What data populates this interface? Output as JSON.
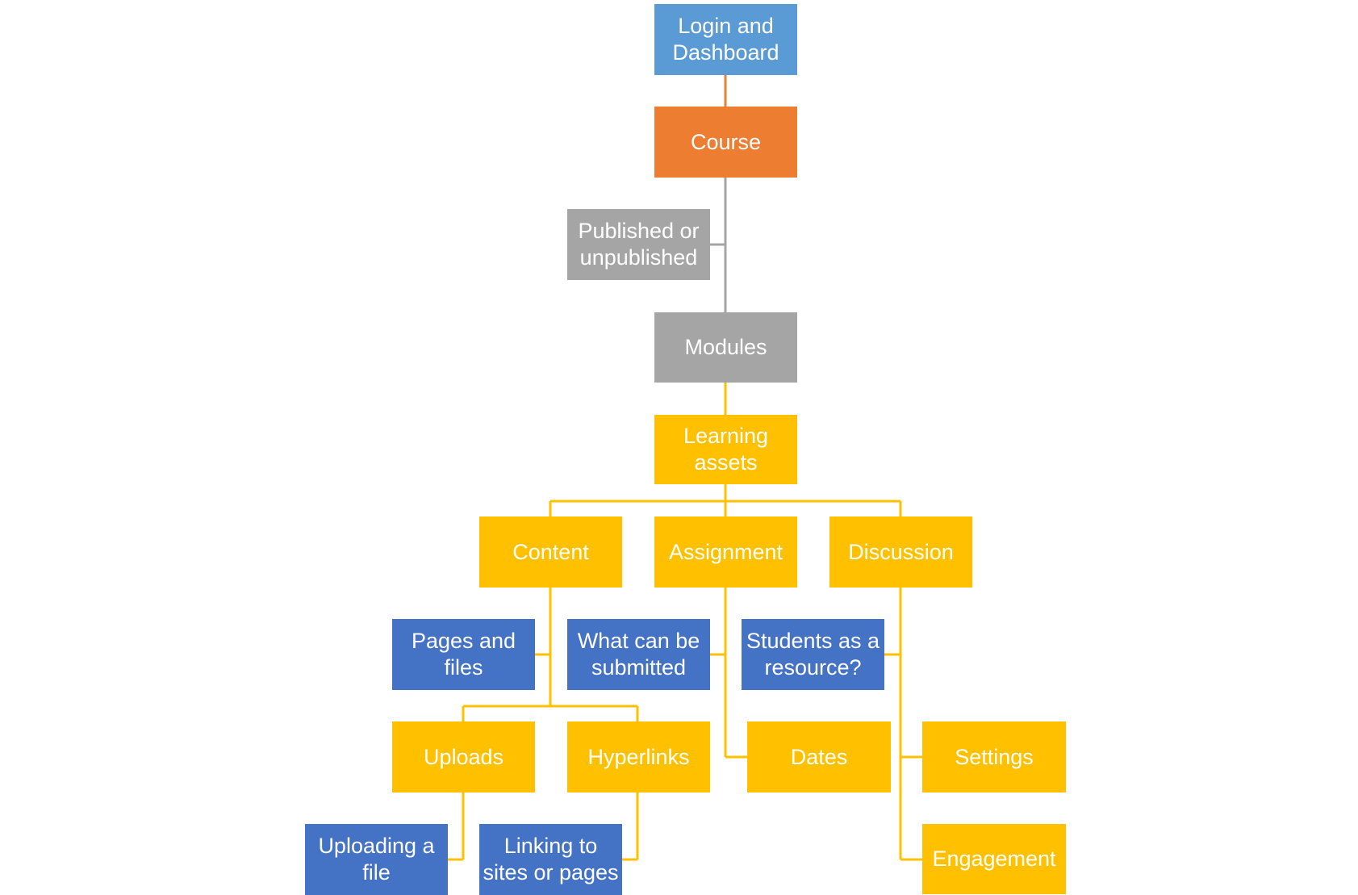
{
  "colors": {
    "login": "#5B9BD5",
    "course": "#ED7D31",
    "gray": "#A5A5A5",
    "asset": "#FFC000",
    "note": "#4472C4",
    "gray_connector": "#A5A5A5",
    "orange_connector": "#ED7D31",
    "yellow_connector": "#FFC000"
  },
  "nodes": {
    "login_dashboard": "Login and\nDashboard",
    "course": "Course",
    "published": "Published or\nunpublished",
    "modules": "Modules",
    "learning_assets": "Learning\nassets",
    "content": "Content",
    "assignment": "Assignment",
    "discussion": "Discussion",
    "pages_files": "Pages and\nfiles",
    "what_submitted": "What can be\nsubmitted",
    "students_resource": "Students as a\nresource?",
    "uploads": "Uploads",
    "hyperlinks": "Hyperlinks",
    "dates": "Dates",
    "settings": "Settings",
    "uploading_file": "Uploading a\nfile",
    "linking_sites": "Linking to\nsites or pages",
    "engagement": "Engagement"
  }
}
